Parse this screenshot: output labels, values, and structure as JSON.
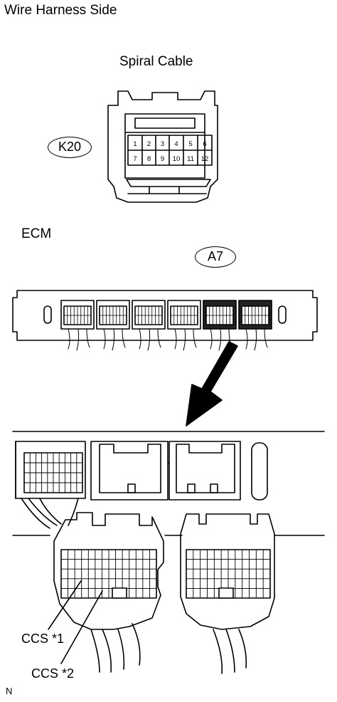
{
  "title": "Wire Harness Side",
  "spiral_connector": {
    "label": "Spiral Cable",
    "code": "K20",
    "pins_row1": [
      "1",
      "2",
      "3",
      "4",
      "5",
      "6"
    ],
    "pins_row2": [
      "7",
      "8",
      "9",
      "10",
      "11",
      "12"
    ]
  },
  "ecm": {
    "label": "ECM",
    "code": "A7",
    "callouts": [
      "CCS *1",
      "CCS *2"
    ]
  },
  "footer_mark": "N"
}
